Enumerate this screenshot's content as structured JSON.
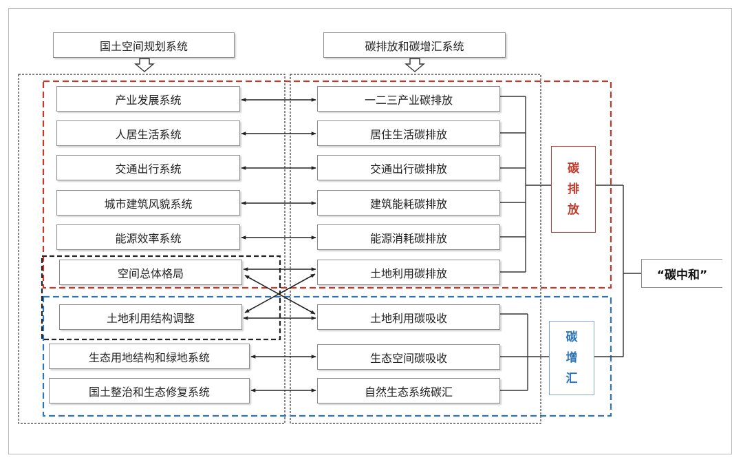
{
  "headers": {
    "left": "国土空间规划系统",
    "right": "碳排放和碳增汇系统"
  },
  "left_items": [
    "产业发展系统",
    "人居生活系统",
    "交通出行系统",
    "城市建筑风貌系统",
    "能源效率系统",
    "空间总体格局",
    "土地利用结构调整",
    "生态用地结构和绿地系统",
    "国土整治和生态修复系统"
  ],
  "right_items": [
    "一二三产业碳排放",
    "居住生活碳排放",
    "交通出行碳排放",
    "建筑能耗碳排放",
    "能源消耗碳排放",
    "土地利用碳排放",
    "土地利用碳吸收",
    "生态空间碳吸收",
    "自然生态系统碳汇"
  ],
  "groups": {
    "emission": {
      "chars": [
        "碳",
        "排",
        "放"
      ],
      "color": "#c0392b"
    },
    "sink": {
      "chars": [
        "碳",
        "增",
        "汇"
      ],
      "color": "#2e75b6"
    }
  },
  "result": "“碳中和”",
  "colors": {
    "box_border": "#8c8c8c",
    "arrow": "#222222",
    "dash_black": "#222222"
  }
}
